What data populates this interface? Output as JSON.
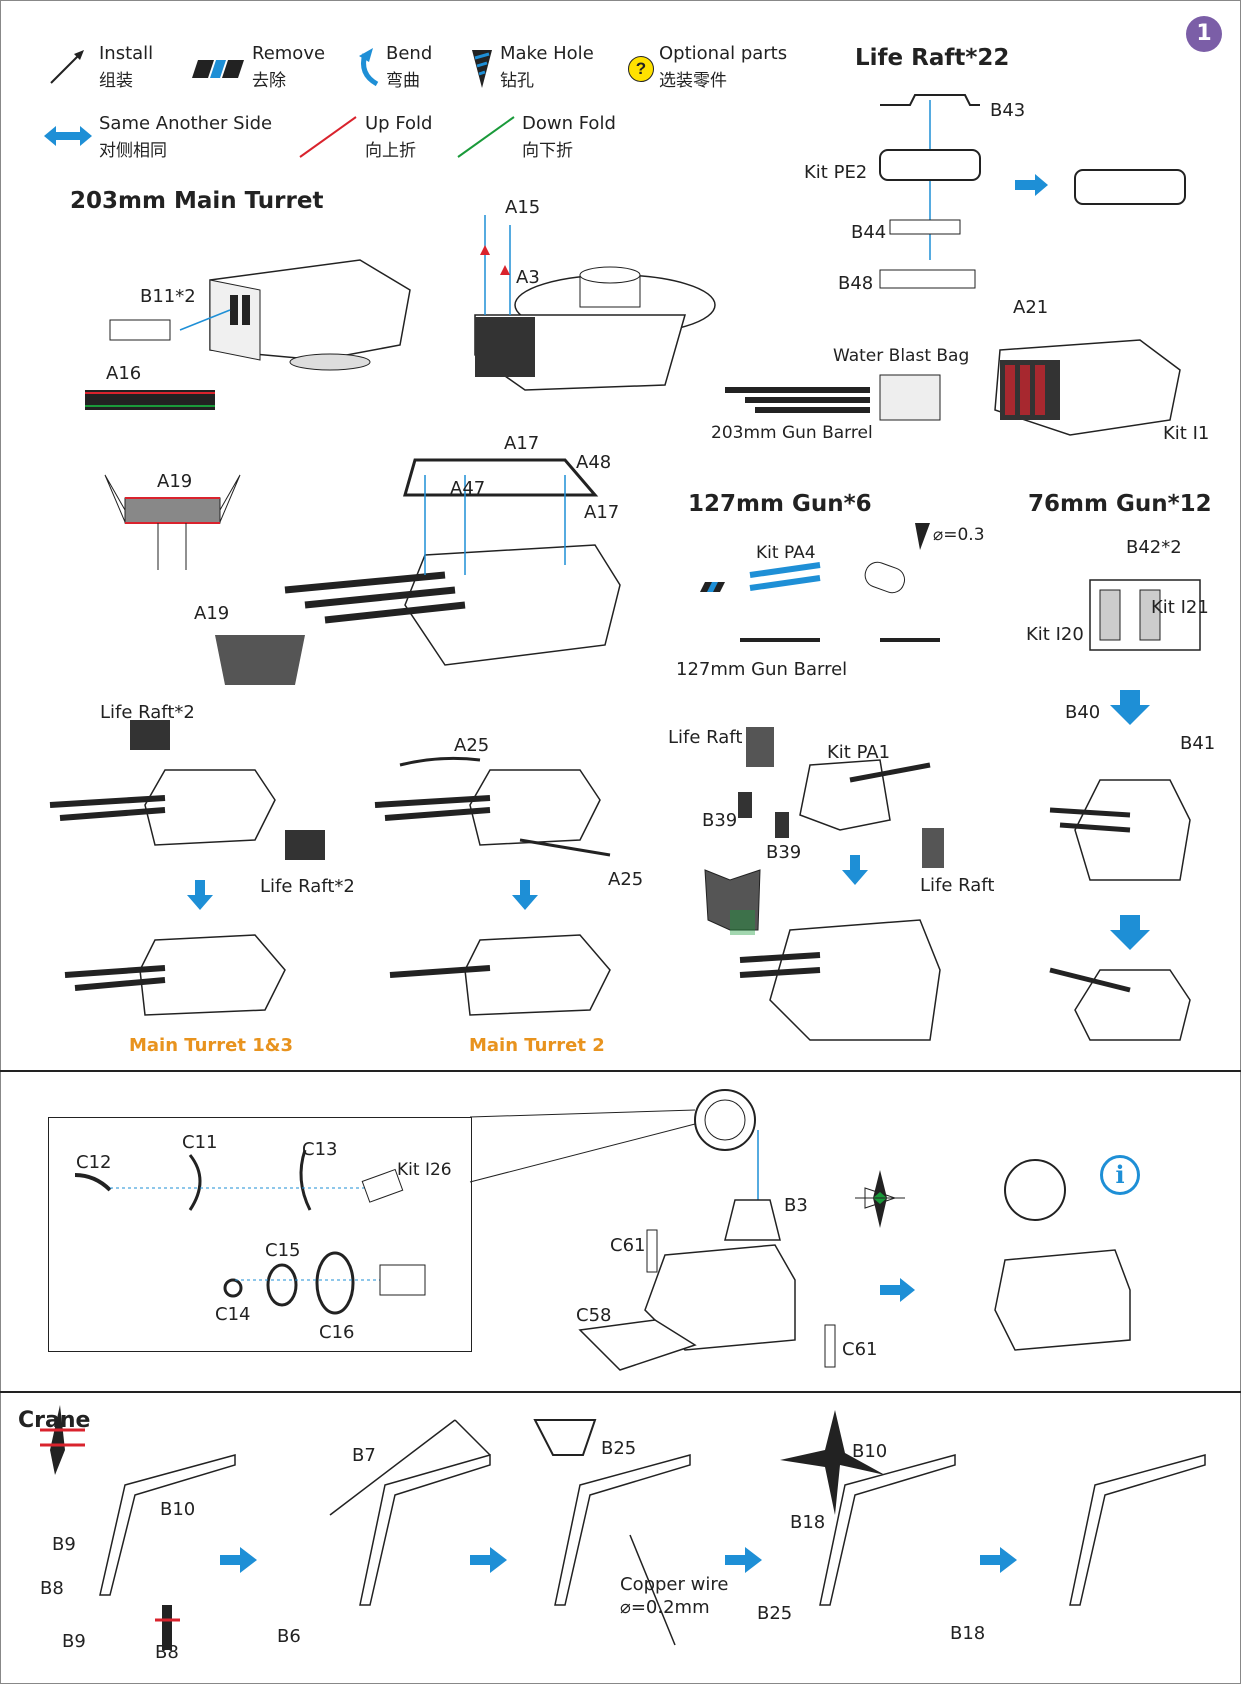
{
  "step_number": "1",
  "legend": {
    "install": {
      "en": "Install",
      "cn": "组装"
    },
    "remove": {
      "en": "Remove",
      "cn": "去除"
    },
    "bend": {
      "en": "Bend",
      "cn": "弯曲"
    },
    "make_hole": {
      "en": "Make Hole",
      "cn": "钻孔"
    },
    "optional": {
      "en": "Optional parts",
      "cn": "选装零件"
    },
    "same_side": {
      "en": "Same Another Side",
      "cn": "对侧相同"
    },
    "up_fold": {
      "en": "Up Fold",
      "cn": "向上折"
    },
    "down_fold": {
      "en": "Down Fold",
      "cn": "向下折"
    }
  },
  "sections": {
    "main_turret": "203mm Main Turret",
    "life_raft": "Life Raft*22",
    "gun127": "127mm Gun*6",
    "gun76": "76mm Gun*12",
    "crane": "Crane"
  },
  "labels": {
    "b11": "B11*2",
    "a16": "A16",
    "a15": "A15",
    "a3": "A3",
    "b43": "B43",
    "kit_pe2": "Kit PE2",
    "b44": "B44",
    "b48": "B48",
    "a21": "A21",
    "water_bag": "Water Blast Bag",
    "gun_barrel_203": "203mm Gun Barrel",
    "kit_i1": "Kit I1",
    "a17a": "A17",
    "a48": "A48",
    "a47": "A47",
    "a17b": "A17",
    "a19a": "A19",
    "a19b": "A19",
    "kit_pa4": "Kit PA4",
    "hole_dia": "⌀=0.3",
    "gun_barrel_127": "127mm Gun Barrel",
    "b42": "B42*2",
    "kit_i21": "Kit I21",
    "kit_i20": "Kit I20",
    "b40": "B40",
    "b41": "B41",
    "life_raft_2a": "Life Raft*2",
    "life_raft_2b": "Life Raft*2",
    "a25a": "A25",
    "a25b": "A25",
    "life_raft_a": "Life Raft",
    "kit_pa1": "Kit PA1",
    "b39a": "B39",
    "b39b": "B39",
    "life_raft_b": "Life Raft",
    "main_turret_13": "Main Turret 1&3",
    "main_turret_2": "Main Turret 2",
    "c12": "C12",
    "c11": "C11",
    "c13": "C13",
    "kit_i26": "Kit I26",
    "c15": "C15",
    "c14": "C14",
    "c16": "C16",
    "b3": "B3",
    "c61a": "C61",
    "c58": "C58",
    "c61b": "C61",
    "b9a": "B9",
    "b10a": "B10",
    "b8a": "B8",
    "b9b": "B9",
    "b8b": "B8",
    "b7": "B7",
    "b6": "B6",
    "b25a": "B25",
    "copper_wire": "Copper wire",
    "wire_dia": "⌀=0.2mm",
    "b10b": "B10",
    "b18a": "B18",
    "b25b": "B25",
    "b18b": "B18"
  },
  "colors": {
    "accent_blue": "#1e8fd6",
    "orange": "#e8931e",
    "purple": "#7b5ea7",
    "up_fold": "#d9232d",
    "down_fold": "#1a9a3a",
    "optional_yellow": "#ffe100"
  },
  "icons": [
    "install-arrow-icon",
    "remove-icon",
    "bend-icon",
    "make-hole-icon",
    "optional-icon",
    "same-side-icon",
    "up-fold-icon",
    "down-fold-icon",
    "info-icon",
    "step-badge-icon",
    "next-step-arrow-icon"
  ]
}
